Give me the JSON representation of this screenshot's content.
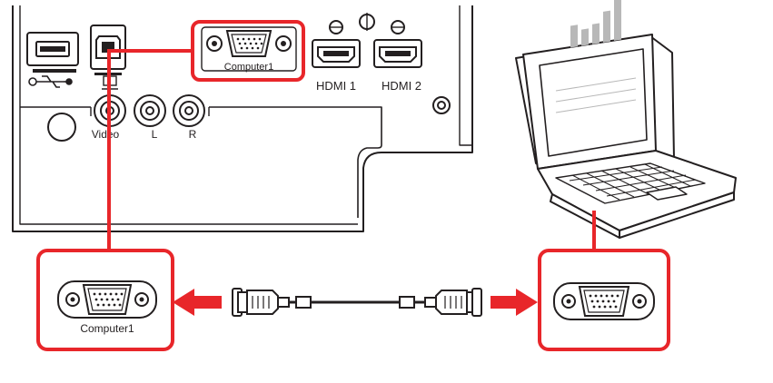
{
  "projector_panel": {
    "ports": {
      "computer1_label": "Computer1",
      "hdmi1_label": "HDMI 1",
      "hdmi2_label": "HDMI 2",
      "video_label": "Video",
      "audio_l_label": "L",
      "audio_r_label": "R"
    }
  },
  "zoom_projector_port": {
    "label": "Computer1"
  },
  "colors": {
    "highlight": "#e8262a",
    "arrow": "#e8262a",
    "outline": "#231f20",
    "panel_fill": "#ffffff",
    "screen_bars": "#b8b8b8"
  },
  "icons": {
    "usb_a": "usb-a-port-icon",
    "usb_b": "usb-b-port-icon",
    "vga": "vga-port-icon",
    "hdmi": "hdmi-port-icon",
    "rca": "rca-jack-icon",
    "laptop": "laptop-icon",
    "cable": "vga-cable-icon",
    "arrow": "arrow-icon"
  }
}
